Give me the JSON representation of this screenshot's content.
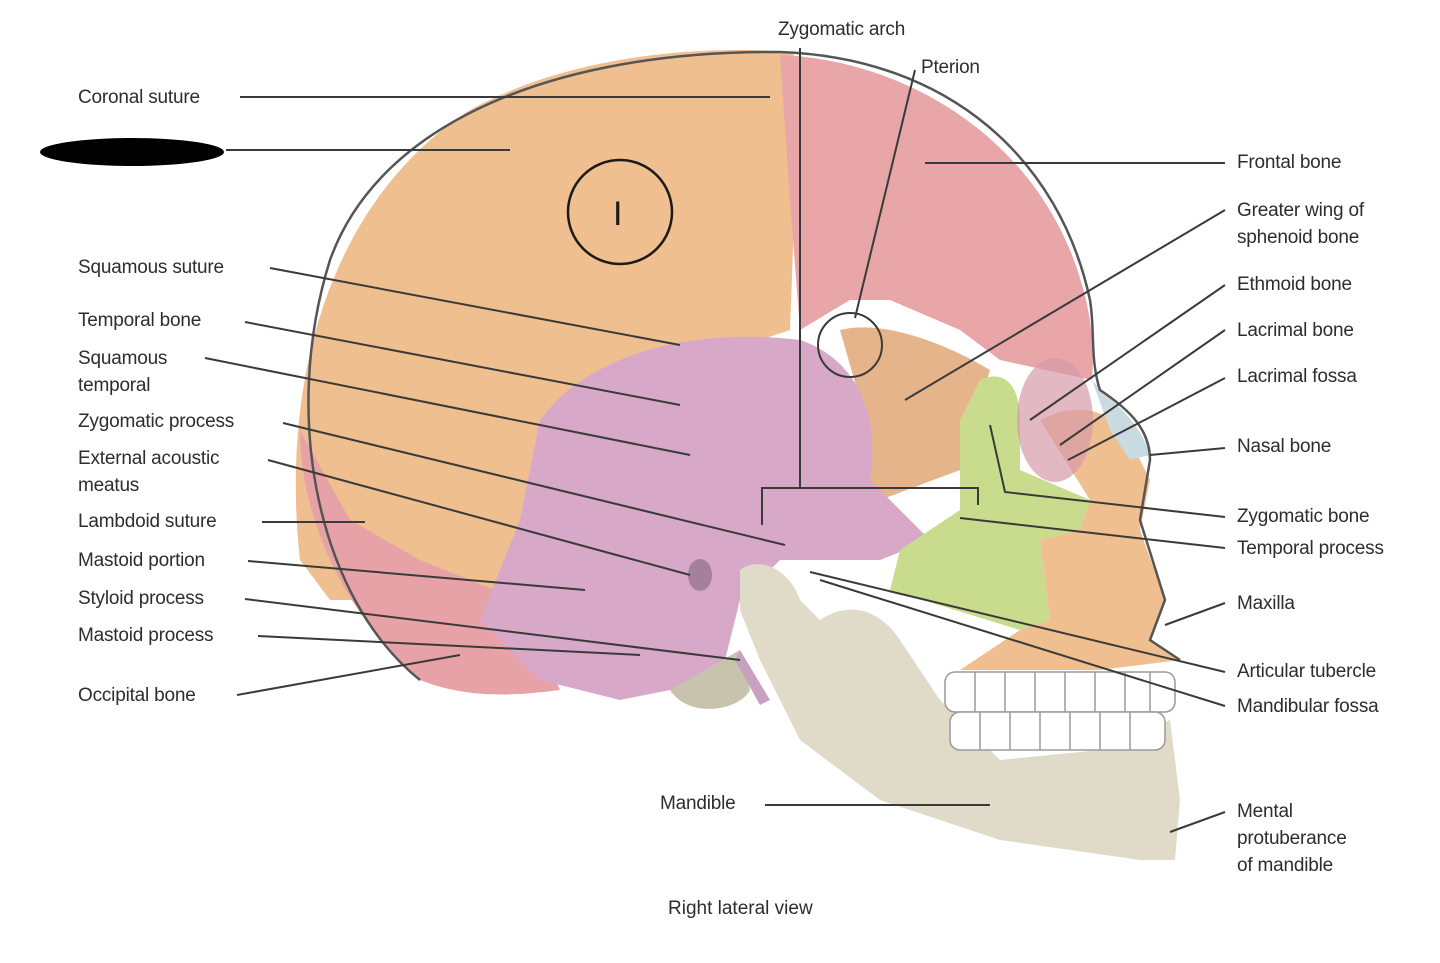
{
  "diagram": {
    "caption": "Right lateral view",
    "annotation_mark": "I",
    "colors": {
      "parietal": "#f0bf8f",
      "frontal": "#e8a6a8",
      "temporal": "#d8a8c8",
      "sphenoid": "#e5b48b",
      "zygomatic": "#c9dc8e",
      "maxilla": "#f0bf8f",
      "nasal": "#c9dbe0",
      "mandible": "#e0dbc9",
      "occipital": "#e6a2a6",
      "teeth": "#ffffff",
      "outline": "#555555",
      "leader": "#3a3a3a",
      "redaction": "#000000"
    },
    "labels_left": [
      {
        "id": "coronal-suture",
        "text": "Coronal suture"
      },
      {
        "id": "squamous-suture",
        "text": "Squamous suture"
      },
      {
        "id": "temporal-bone",
        "text": "Temporal bone"
      },
      {
        "id": "squamous-temporal",
        "line1": "Squamous",
        "line2": "temporal"
      },
      {
        "id": "zygomatic-process",
        "text": "Zygomatic process"
      },
      {
        "id": "external-acoustic-meatus",
        "line1": "External acoustic",
        "line2": "meatus"
      },
      {
        "id": "lambdoid-suture",
        "text": "Lambdoid suture"
      },
      {
        "id": "mastoid-portion",
        "text": "Mastoid portion"
      },
      {
        "id": "styloid-process",
        "text": "Styloid process"
      },
      {
        "id": "mastoid-process",
        "text": "Mastoid process"
      },
      {
        "id": "occipital-bone",
        "text": "Occipital bone"
      }
    ],
    "labels_top": [
      {
        "id": "zygomatic-arch",
        "text": "Zygomatic arch"
      },
      {
        "id": "pterion",
        "text": "Pterion"
      }
    ],
    "labels_right": [
      {
        "id": "frontal-bone",
        "text": "Frontal bone"
      },
      {
        "id": "greater-wing-sphenoid",
        "line1": "Greater wing of",
        "line2": "sphenoid bone"
      },
      {
        "id": "ethmoid-bone",
        "text": "Ethmoid bone"
      },
      {
        "id": "lacrimal-bone",
        "text": "Lacrimal bone"
      },
      {
        "id": "lacrimal-fossa",
        "text": "Lacrimal fossa"
      },
      {
        "id": "nasal-bone",
        "text": "Nasal bone"
      },
      {
        "id": "zygomatic-bone",
        "text": "Zygomatic bone"
      },
      {
        "id": "temporal-process",
        "text": "Temporal process"
      },
      {
        "id": "maxilla",
        "text": "Maxilla"
      },
      {
        "id": "articular-tubercle",
        "text": "Articular tubercle"
      },
      {
        "id": "mandibular-fossa",
        "text": "Mandibular fossa"
      },
      {
        "id": "mental-protuberance",
        "line1": "Mental",
        "line2": "protuberance",
        "line3": "of mandible"
      }
    ],
    "labels_bottom": [
      {
        "id": "mandible",
        "text": "Mandible"
      }
    ]
  }
}
